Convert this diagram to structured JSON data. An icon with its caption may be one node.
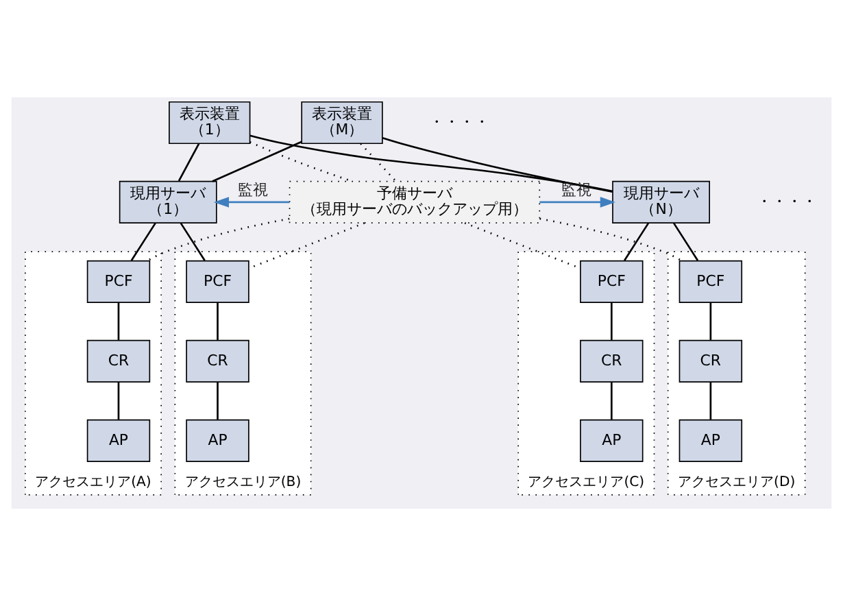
{
  "diagram": {
    "nodes": [
      {
        "text": [
          "表示装置",
          "（1）"
        ]
      },
      {
        "text": [
          "表示装置",
          "（M）"
        ]
      },
      {
        "text": [
          "現用サーバ",
          "（1）"
        ]
      },
      {
        "text": [
          "現用サーバ",
          "（N）"
        ]
      },
      {
        "text": [
          "予備サーバ",
          "（現用サーバのバックアップ用）"
        ]
      },
      {
        "text": [
          "アクセスエリア(A)"
        ]
      },
      {
        "text": [
          "PCF"
        ],
        "in": 5
      },
      {
        "text": [
          "CR"
        ],
        "in": 5
      },
      {
        "text": [
          "AP"
        ],
        "in": 5
      },
      {
        "text": [
          "アクセスエリア(B)"
        ]
      },
      {
        "text": [
          "PCF"
        ],
        "in": 9
      },
      {
        "text": [
          "CR"
        ],
        "in": 9
      },
      {
        "text": [
          "AP"
        ],
        "in": 9
      },
      {
        "text": [
          "アクセスエリア(C)"
        ]
      },
      {
        "text": [
          "PCF"
        ],
        "in": 13
      },
      {
        "text": [
          "CR"
        ],
        "in": 13
      },
      {
        "text": [
          "AP"
        ],
        "in": 13
      },
      {
        "text": [
          "アクセスエリア(D)"
        ]
      },
      {
        "text": [
          "PCF"
        ],
        "in": 17
      },
      {
        "text": [
          "CR"
        ],
        "in": 17
      },
      {
        "text": [
          "AP"
        ],
        "in": 17
      }
    ],
    "edges": [
      {
        "from": 0,
        "to": 2,
        "arrow": "none"
      },
      {
        "from": 0,
        "to": 3,
        "arrow": "none"
      },
      {
        "from": 1,
        "to": 2,
        "arrow": "none"
      },
      {
        "from": 1,
        "to": 3,
        "arrow": "none"
      },
      {
        "from": 0,
        "to": 4,
        "arrow": "none",
        "style": "dashed"
      },
      {
        "from": 1,
        "to": 4,
        "arrow": "none",
        "style": "dashed"
      },
      {
        "from": 4,
        "to": 3,
        "arrow": "to",
        "label": "監視",
        "color": "#3f7fbf"
      },
      {
        "from": 4,
        "to": 2,
        "arrow": "to",
        "label": "監視",
        "color": "#3f7fbf"
      },
      {
        "from": 2,
        "to": 6,
        "arrow": "none"
      },
      {
        "from": 2,
        "to": 10,
        "arrow": "none"
      },
      {
        "from": 3,
        "to": 14,
        "arrow": "none"
      },
      {
        "from": 3,
        "to": 18,
        "arrow": "none"
      },
      {
        "from": 4,
        "to": 6,
        "arrow": "none",
        "style": "dashed"
      },
      {
        "from": 4,
        "to": 10,
        "arrow": "none",
        "style": "dashed"
      },
      {
        "from": 4,
        "to": 14,
        "arrow": "none",
        "style": "dashed"
      },
      {
        "from": 4,
        "to": 18,
        "arrow": "none",
        "style": "dashed"
      },
      {
        "from": 6,
        "to": 7,
        "arrow": "none"
      },
      {
        "from": 7,
        "to": 8,
        "arrow": "none"
      },
      {
        "from": 10,
        "to": 11,
        "arrow": "none"
      },
      {
        "from": 11,
        "to": 12,
        "arrow": "none"
      },
      {
        "from": 14,
        "to": 15,
        "arrow": "none"
      },
      {
        "from": 15,
        "to": 16,
        "arrow": "none"
      },
      {
        "from": 18,
        "to": 19,
        "arrow": "none"
      },
      {
        "from": 19,
        "to": 20,
        "arrow": "none"
      }
    ],
    "labels": [
      "・・・・",
      "・・・・"
    ]
  }
}
